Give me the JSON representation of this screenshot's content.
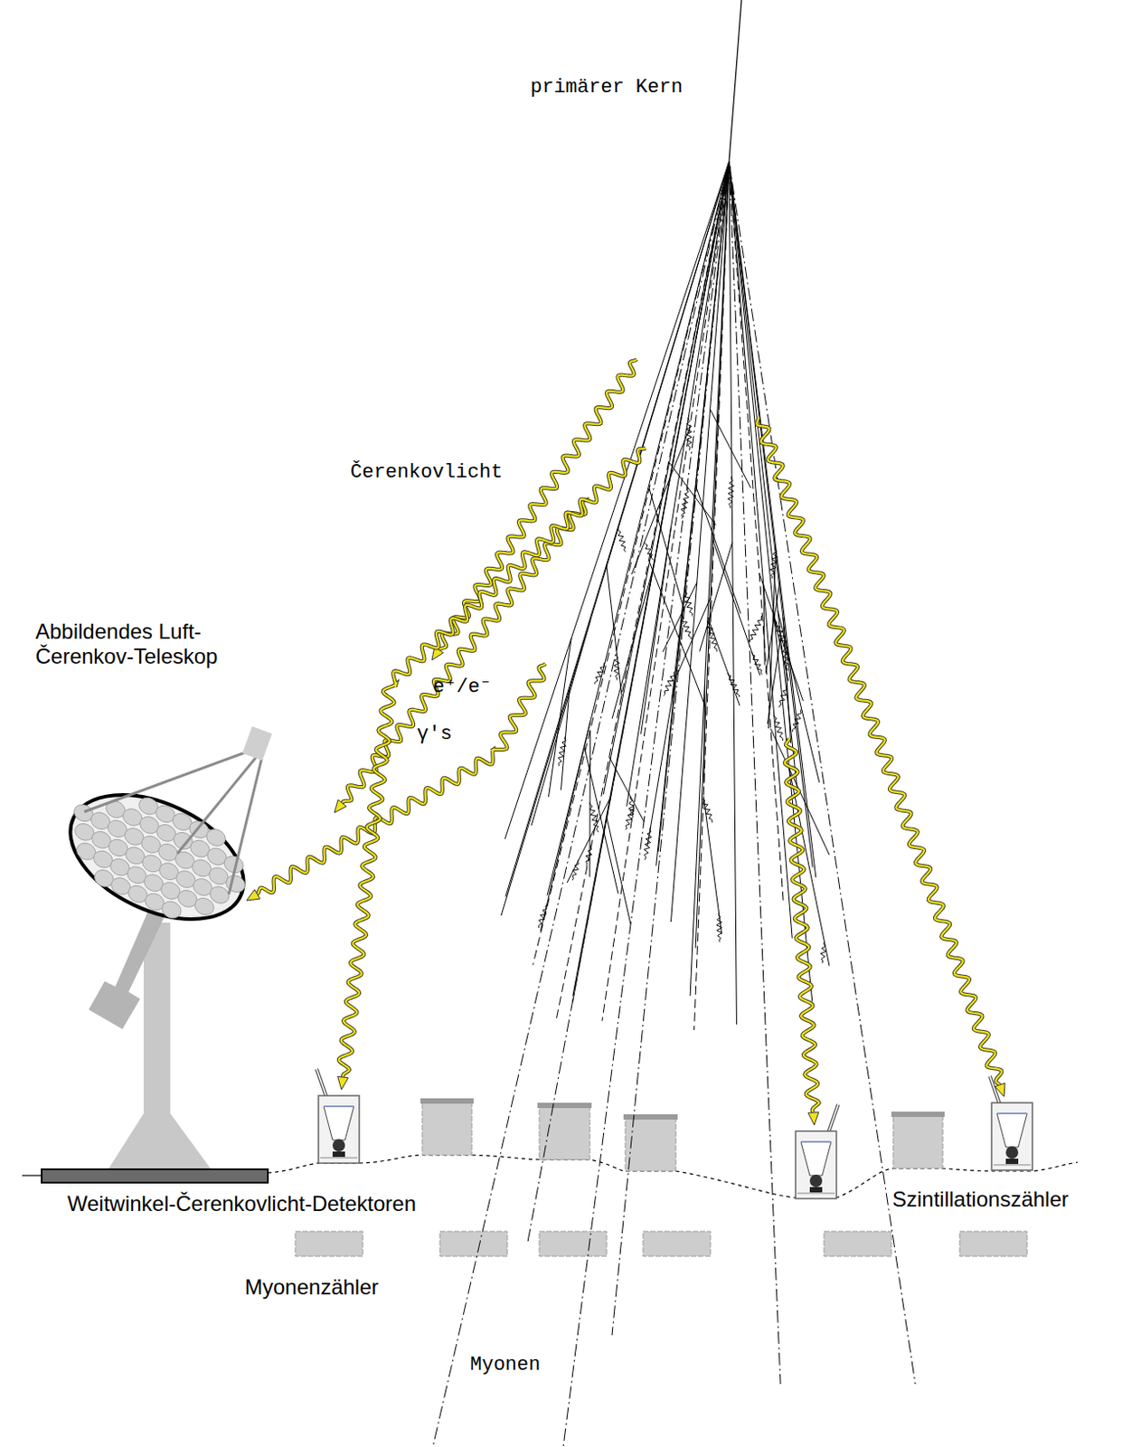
{
  "diagram": {
    "labels": [
      "primärer Kern",
      "Čerenkovlicht",
      "Abbildendes Luft- Čerenkov-Teleskop",
      "e⁺/e⁻",
      "γ's",
      "Weitwinkel-Čerenkovlicht-Detektoren",
      "Szintillationszähler",
      "Myonenzähler",
      "Myonen"
    ]
  }
}
